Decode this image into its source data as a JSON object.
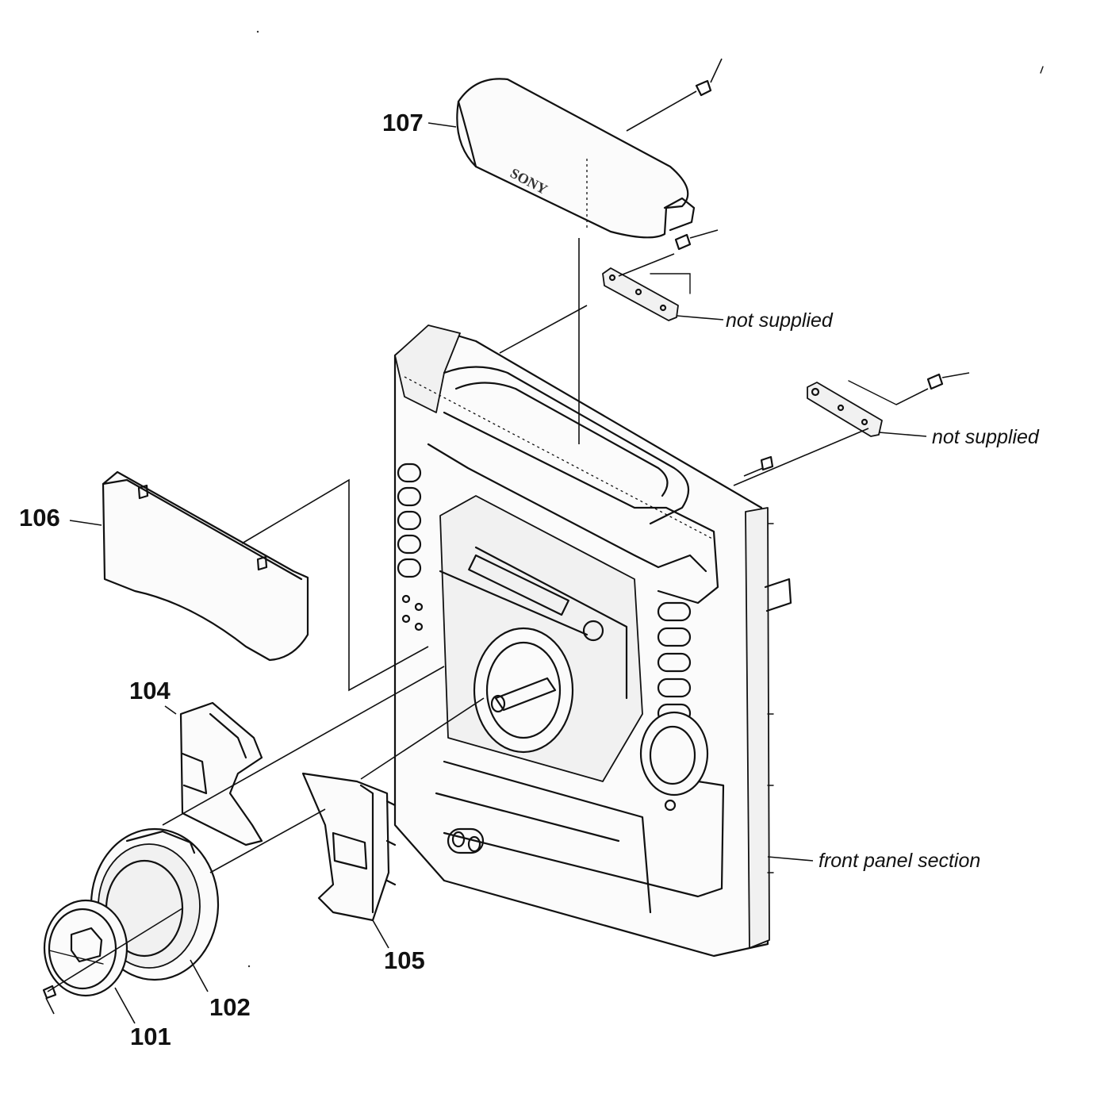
{
  "diagram": {
    "part_labels": {
      "p101": "101",
      "p102": "102",
      "p104": "104",
      "p105": "105",
      "p106": "106",
      "p107": "107"
    },
    "notes": {
      "not_supplied_top": "not supplied",
      "not_supplied_right": "not supplied",
      "front_panel_section": "front panel section"
    },
    "brand_text": "SONY"
  }
}
